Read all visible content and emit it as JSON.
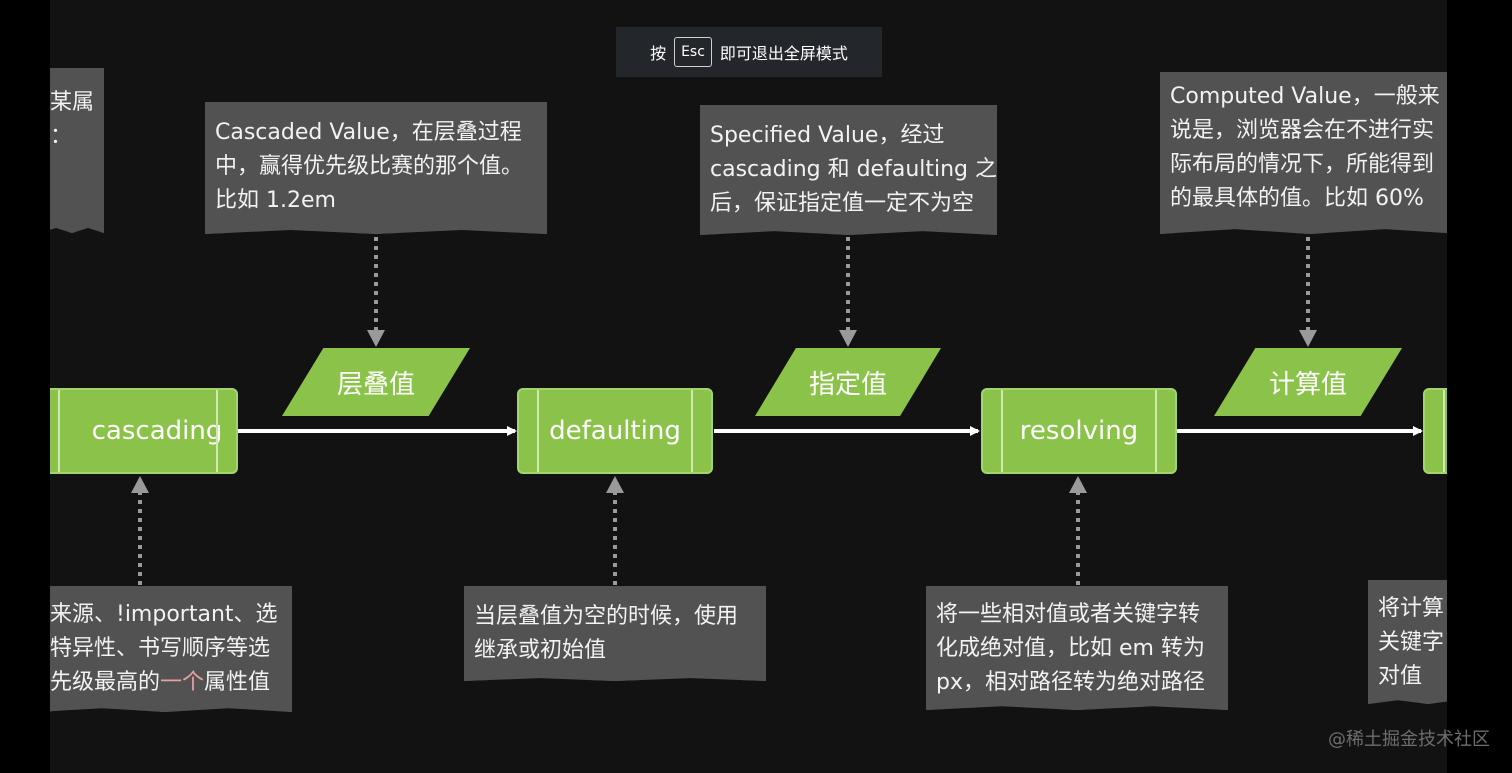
{
  "overlay": {
    "esc_prefix": "按",
    "esc_key": "Esc",
    "esc_suffix": "即可退出全屏模式"
  },
  "watermark": "@稀土掘金技术社区",
  "diagram": {
    "steps": [
      {
        "label": "cascading"
      },
      {
        "label": "defaulting"
      },
      {
        "label": "resolving"
      }
    ],
    "outputs": [
      {
        "label": "层叠值"
      },
      {
        "label": "指定值"
      },
      {
        "label": "计算值"
      }
    ],
    "notes_top": [
      {
        "lines": [
          "某属",
          "："
        ]
      },
      {
        "lines": [
          "Cascaded Value，在层叠过程",
          "中，赢得优先级比赛的那个值。",
          "比如 1.2em"
        ]
      },
      {
        "lines": [
          "Specified Value，经过",
          "cascading 和 defaulting 之",
          "后，保证指定值一定不为空"
        ]
      },
      {
        "lines": [
          "Computed Value，一般来",
          "说是，浏览器会在不进行实",
          "际布局的情况下，所能得到",
          "的最具体的值。比如 60%"
        ]
      }
    ],
    "notes_bottom": [
      {
        "line1": "来源、!important、选",
        "line2": "特异性、书写顺序等选",
        "line3_pre": "先级最高的",
        "line3_hl": "一个",
        "line3_post": "属性值"
      },
      {
        "lines": [
          "当层叠值为空的时候，使用",
          "继承或初始值"
        ]
      },
      {
        "lines": [
          "将一些相对值或者关键字转",
          "化成绝对值，比如 em 转为",
          "px，相对路径转为绝对路径"
        ]
      },
      {
        "lines": [
          "将计算",
          "关键字",
          "对值"
        ]
      }
    ]
  }
}
